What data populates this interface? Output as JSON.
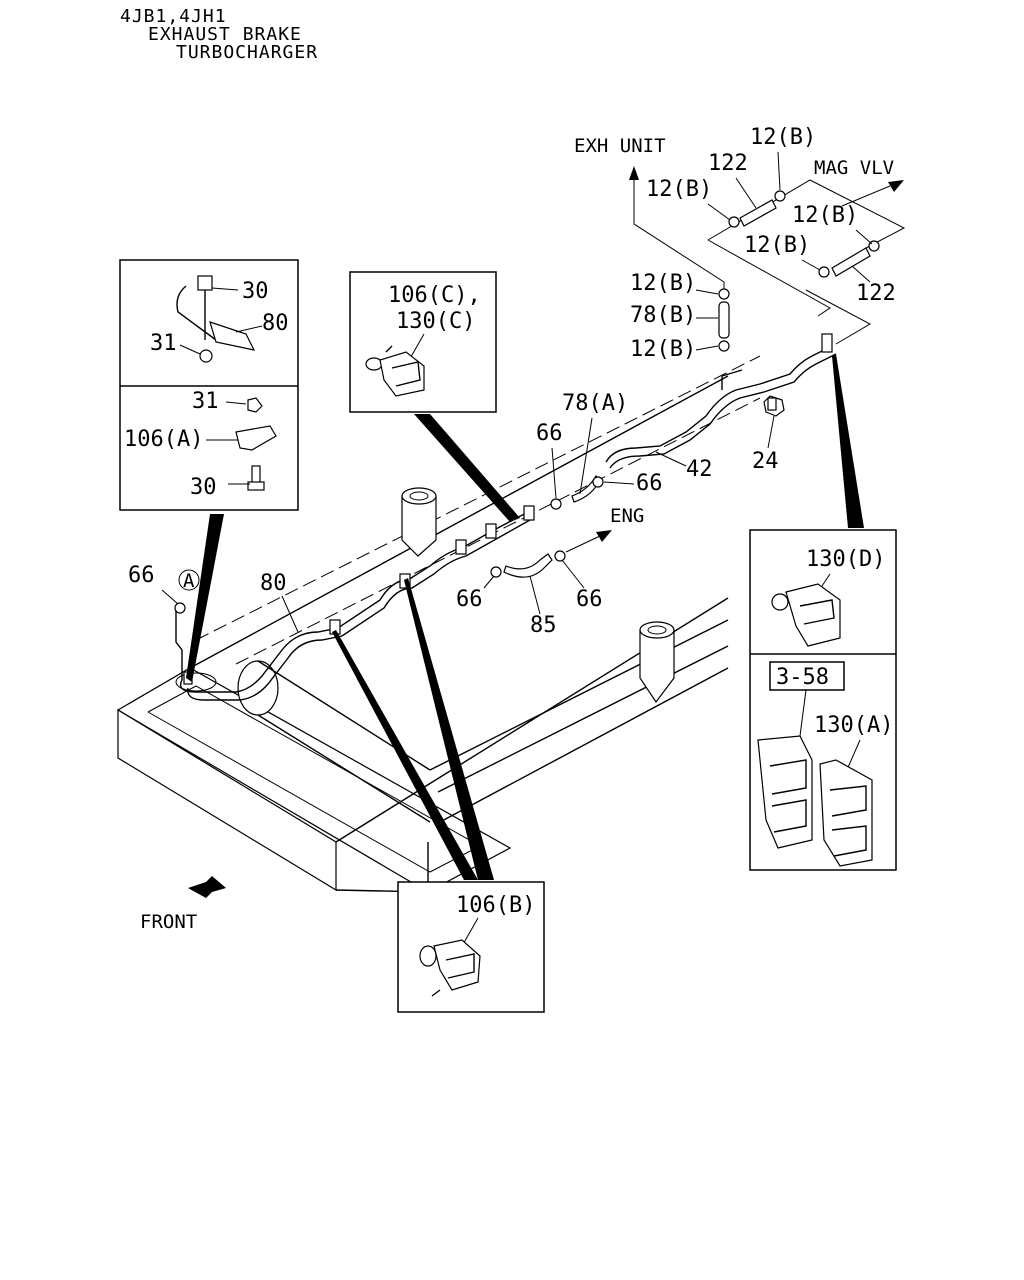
{
  "header": {
    "line1": "4JB1,4JH1",
    "line2": "EXHAUST BRAKE",
    "line3": "TURBOCHARGER"
  },
  "directions": {
    "exh_unit": "EXH UNIT",
    "mag_vlv": "MAG VLV",
    "eng": "ENG",
    "front": "FRONT"
  },
  "detail_top_left": {
    "label_30a": "30",
    "label_80": "80",
    "label_31a": "31",
    "label_31b": "31",
    "label_106a": "106(A)",
    "label_30b": "30"
  },
  "detail_clip_c": {
    "label_line1": "106(C),",
    "label_line2": "130(C)"
  },
  "detail_clip_d": {
    "label": "130(D)"
  },
  "detail_clip_a": {
    "ref": "3-58",
    "label": "130(A)"
  },
  "detail_clip_b": {
    "label": "106(B)"
  },
  "callouts": {
    "c12b_top": "12(B)",
    "c122_top": "122",
    "c12b_left": "12(B)",
    "c12b_right": "12(B)",
    "c12b_mid": "12(B)",
    "c122_right": "122",
    "c12b_pipe1": "12(B)",
    "c78b": "78(B)",
    "c12b_pipe2": "12(B)",
    "c78a": "78(A)",
    "c66_a": "66",
    "c66_b": "66",
    "c42": "42",
    "c24": "24",
    "c66_left": "66",
    "circle_a": "A",
    "c80": "80",
    "c66_c": "66",
    "c66_d": "66",
    "c85": "85"
  }
}
